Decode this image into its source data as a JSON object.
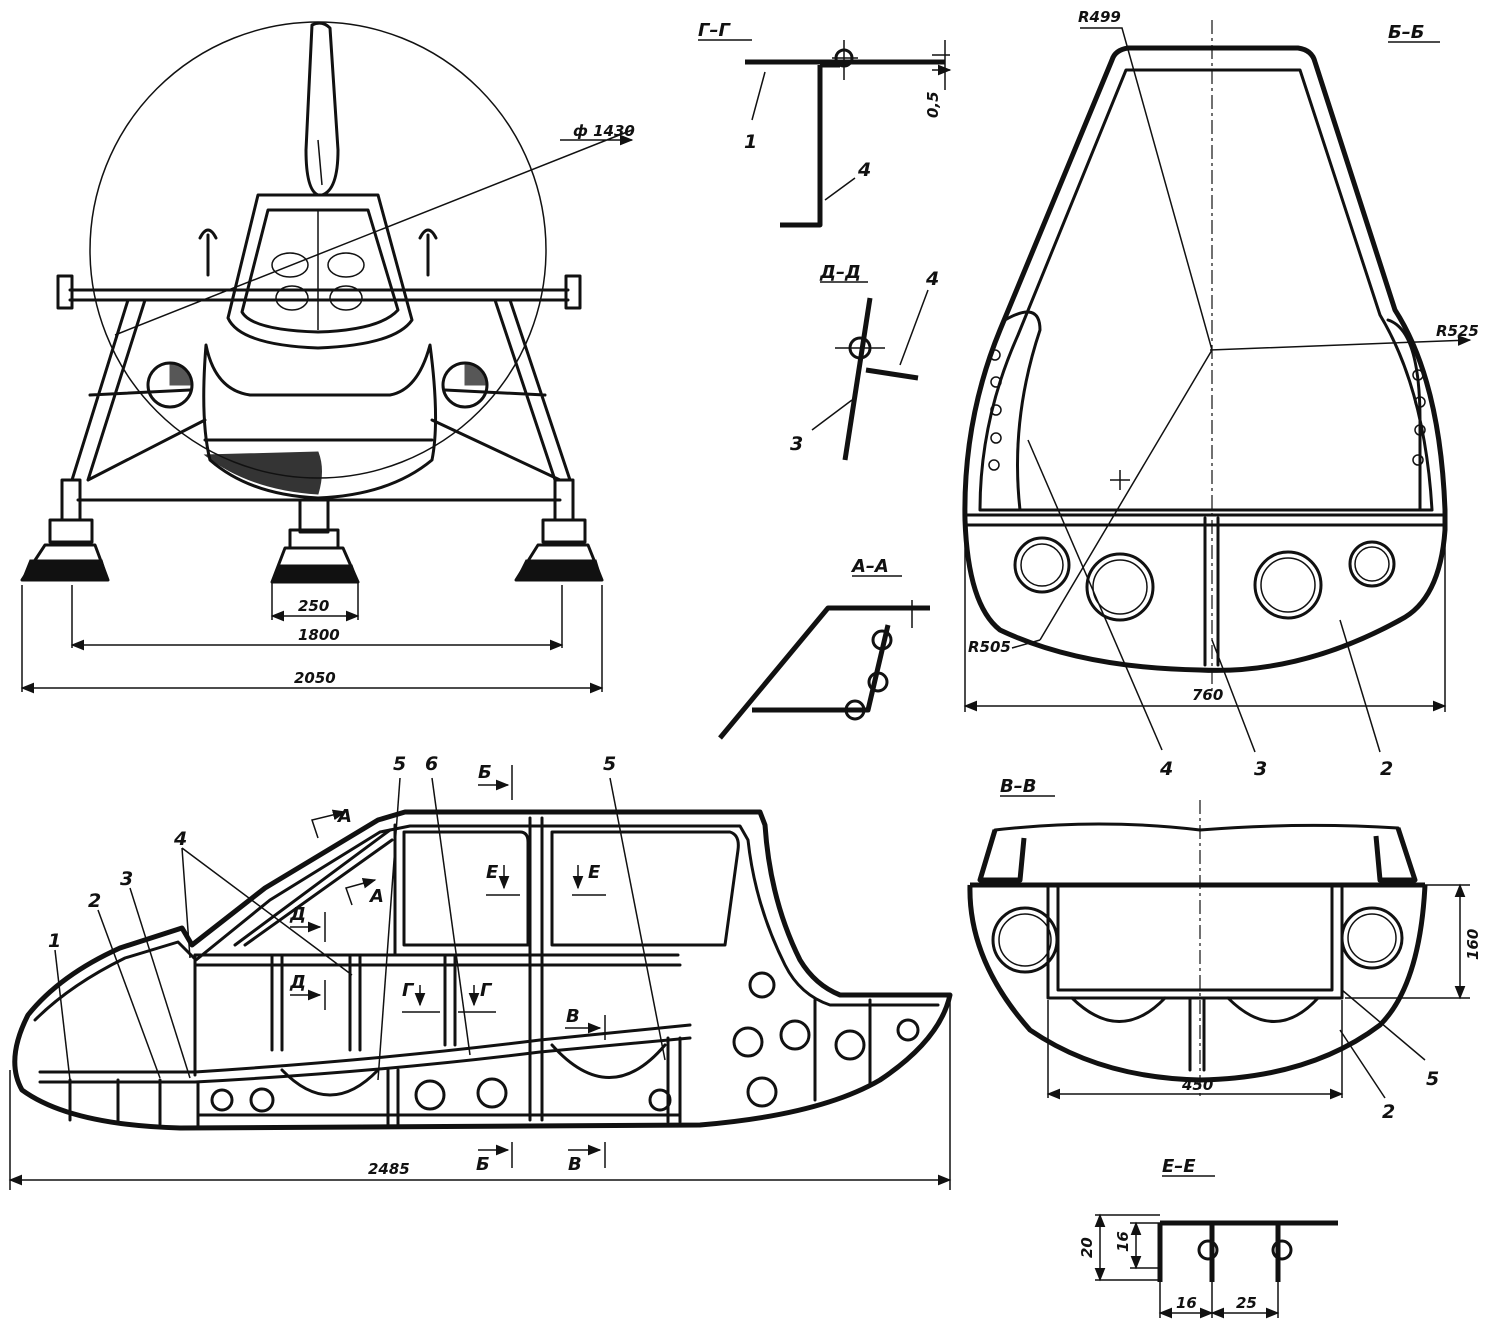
{
  "front_view": {
    "diameter_label": "ф 1430",
    "dims": [
      "250",
      "1800",
      "2050"
    ]
  },
  "sections": {
    "g_g": {
      "title": "Г–Г",
      "callouts": [
        "1",
        "4"
      ],
      "dim": "0,5"
    },
    "d_d": {
      "title": "Д–Д",
      "callouts": [
        "4",
        "3"
      ]
    },
    "a_a": {
      "title": "А–А"
    },
    "b_b": {
      "title": "Б–Б",
      "radii": [
        "R499",
        "R525",
        "R505"
      ],
      "dim": "760",
      "callouts": [
        "4",
        "3",
        "2"
      ]
    },
    "v_v": {
      "title": "В–В",
      "dims": [
        "160",
        "450"
      ],
      "callouts": [
        "5",
        "2"
      ]
    },
    "e_e": {
      "title": "Е–Е",
      "dims": [
        "20",
        "16",
        "16",
        "25"
      ]
    }
  },
  "side_view": {
    "callouts": [
      "5",
      "6",
      "5",
      "4",
      "3",
      "2",
      "1"
    ],
    "cut_marks": [
      "Б",
      "А",
      "А",
      "Е",
      "Е",
      "Д",
      "Д",
      "Г",
      "Г",
      "В",
      "Б",
      "В"
    ],
    "length": "2485"
  },
  "colors": {
    "ink": "#111111",
    "paper": "#ffffff"
  }
}
